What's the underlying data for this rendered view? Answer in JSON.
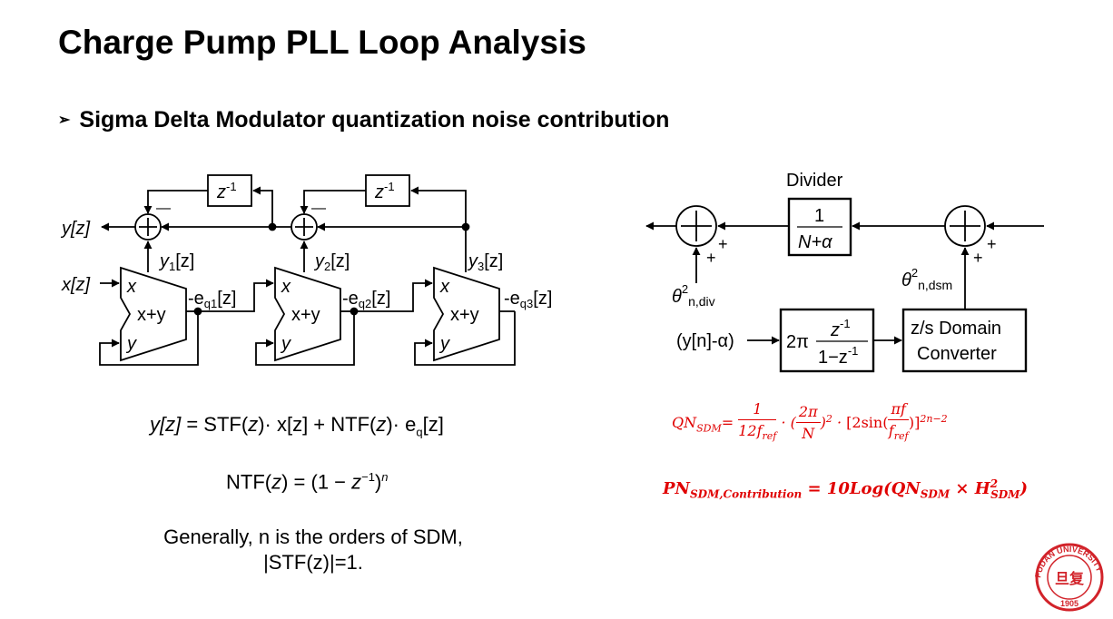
{
  "slide": {
    "title": "Charge Pump PLL Loop Analysis",
    "bullet_marker": "➢",
    "bullet": "Sigma Delta Modulator quantization noise contribution"
  },
  "mash": {
    "output": "y[z]",
    "input": "x[z]",
    "delay": "z",
    "delay_exp": "-1",
    "minus": "—",
    "adder_plus": "+",
    "port_x": "x",
    "port_y": "y",
    "port_sum": "x+y",
    "stages": [
      {
        "y_label": "y",
        "y_sub": "1",
        "y_tail": "[z]",
        "e_label": "-e",
        "e_sub": "q1",
        "e_tail": "[z]"
      },
      {
        "y_label": "y",
        "y_sub": "2",
        "y_tail": "[z]",
        "e_label": "-e",
        "e_sub": "q2",
        "e_tail": "[z]"
      },
      {
        "y_label": "y",
        "y_sub": "3",
        "y_tail": "[z]",
        "e_label": "-e",
        "e_sub": "q3",
        "e_tail": "[z]"
      }
    ]
  },
  "pll": {
    "divider_title": "Divider",
    "divider_num": "1",
    "divider_den": "N+α",
    "plus": "+",
    "theta": "θ",
    "theta_sup": "2",
    "div_sub": "n,div",
    "dsm_sub": "n,dsm",
    "input": "(y[n]-α)",
    "tf_gain": "2π",
    "tf_num": "z",
    "tf_num_exp": "-1",
    "tf_den": "1−z",
    "tf_den_exp": "-1",
    "conv_line1": "z/s Domain",
    "conv_line2": "Converter"
  },
  "equations": {
    "eq1_y": "y[z]",
    "eq1_eq": " = STF(",
    "eq1_z1": "z",
    "eq1_mid": ")· x[z] + NTF(",
    "eq1_z2": "z",
    "eq1_end": ")· e",
    "eq1_sub": "q",
    "eq1_tail": "[z]",
    "eq2_a": "NTF(",
    "eq2_z": "z",
    "eq2_b": ") = (1 − ",
    "eq2_zz": "z",
    "eq2_exp": "−1",
    "eq2_c": ")",
    "eq2_n": "n"
  },
  "notes": {
    "line1": "Generally, n is the orders of SDM,",
    "line2": "|STF(z)|=1."
  },
  "formulas": {
    "qn_lhs": "QN",
    "qn_sub": "SDM",
    "qn_eq": "=",
    "f1_num": "1",
    "f1_den": "12f",
    "f1_den_sub": "ref",
    "dot": "·",
    "f2_open": "(",
    "f2_num": "2π",
    "f2_den": "N",
    "f2_close": ")",
    "f2_exp": "2",
    "sin_open": "[2sin(",
    "f3_num": "πf",
    "f3_den": "f",
    "f3_den_sub": "ref",
    "sin_close": ")]",
    "sin_exp": "2n−2",
    "pn_lhs": "PN",
    "pn_sub": "SDM,Contribution",
    "pn_eq": " = 10Log(QN",
    "pn_sub2": "SDM",
    "pn_times": " × H",
    "pn_sup": "2",
    "pn_sub3": "SDM",
    "pn_close": ")"
  },
  "logo": {
    "text_top": "FUDAN UNIVERSITY",
    "year": "1905",
    "seal_glyph": "旦复",
    "color": "#d2232a"
  },
  "colors": {
    "formula_red": "#e00000"
  }
}
